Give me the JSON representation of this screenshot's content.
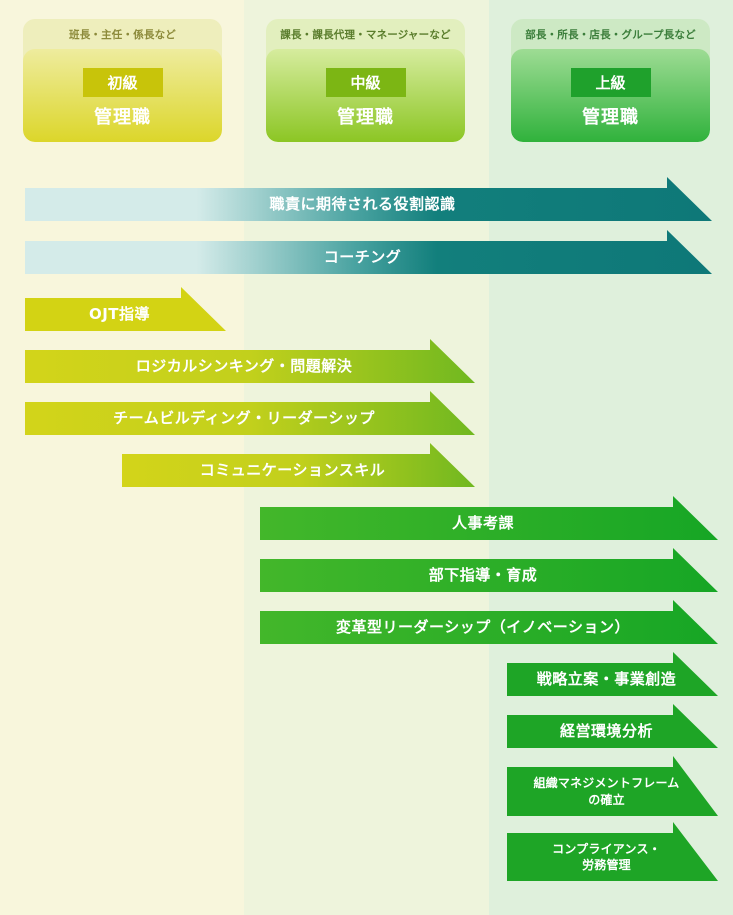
{
  "columns": [
    {
      "subtitle": "班長・主任・係長など",
      "badge": "初級",
      "title": "管理職"
    },
    {
      "subtitle": "課長・課長代理・マネージャーなど",
      "badge": "中級",
      "title": "管理職"
    },
    {
      "subtitle": "部長・所長・店長・グループ長など",
      "badge": "上級",
      "title": "管理職"
    }
  ],
  "arrows": [
    {
      "label": "職責に期待される役割認識",
      "style": "teal"
    },
    {
      "label": "コーチング",
      "style": "teal"
    },
    {
      "label": "OJT指導",
      "style": "yellow"
    },
    {
      "label": "ロジカルシンキング・問題解決",
      "style": "yellow-green"
    },
    {
      "label": "チームビルディング・リーダーシップ",
      "style": "yellow-green"
    },
    {
      "label": "コミュニケーションスキル",
      "style": "yellow-green"
    },
    {
      "label": "人事考課",
      "style": "green"
    },
    {
      "label": "部下指導・育成",
      "style": "green"
    },
    {
      "label": "変革型リーダーシップ（イノベーション）",
      "style": "green"
    },
    {
      "label": "戦略立案・事業創造",
      "style": "deep-green"
    },
    {
      "label": "経営環境分析",
      "style": "deep-green"
    },
    {
      "label": "組織マネジメントフレーム\nの確立",
      "style": "deep-green"
    },
    {
      "label": "コンプライアンス・\n労務管理",
      "style": "deep-green"
    }
  ],
  "colors": {
    "teal": [
      "#d4ebe9",
      "#0e7d7a"
    ],
    "yellow": [
      "#d2d212",
      "#d2d212"
    ],
    "yellow-green": [
      "#cfd419",
      "#74b920"
    ],
    "green": [
      "#3cb52a",
      "#18a825"
    ],
    "deep-green": [
      "#1ea526",
      "#1ea526"
    ]
  }
}
